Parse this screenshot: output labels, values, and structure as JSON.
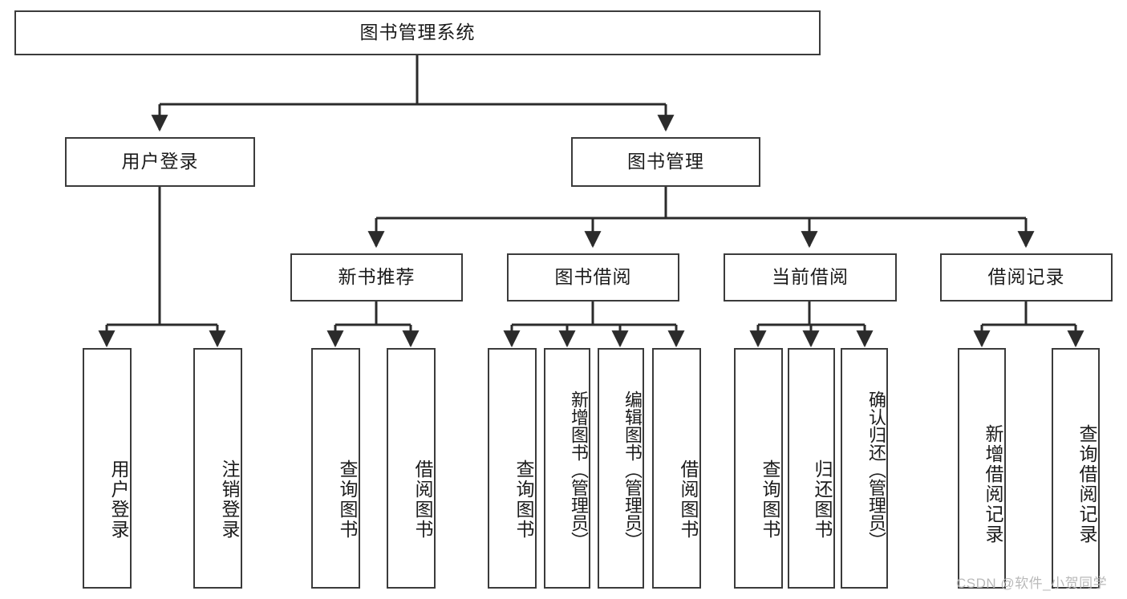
{
  "diagram": {
    "title": "图书管理系统",
    "type": "功能结构图",
    "watermark": "CSDN @软件_小贺同学",
    "colors": {
      "background": "#ffffff",
      "box_border": "#3b3b3b",
      "box_fill": "#ffffff",
      "text": "#1b1b1b",
      "edge": "#2b2b2b",
      "watermark": "#b9b9b9"
    },
    "nodes": {
      "root": {
        "label": "图书管理系统",
        "orientation": "horizontal"
      },
      "level2": [
        {
          "id": "user-login",
          "label": "用户登录",
          "orientation": "horizontal"
        },
        {
          "id": "book-management",
          "label": "图书管理",
          "orientation": "horizontal"
        }
      ],
      "level3": [
        {
          "id": "new-book-recommend",
          "label": "新书推荐",
          "orientation": "horizontal"
        },
        {
          "id": "book-borrow",
          "label": "图书借阅",
          "orientation": "horizontal"
        },
        {
          "id": "current-borrow",
          "label": "当前借阅",
          "orientation": "horizontal"
        },
        {
          "id": "borrow-record",
          "label": "借阅记录",
          "orientation": "horizontal"
        }
      ],
      "leaves": {
        "user-login": [
          {
            "id": "leaf-user-login",
            "label": "用户登录",
            "orientation": "vertical"
          },
          {
            "id": "leaf-user-logout",
            "label": "注销登录",
            "orientation": "vertical"
          }
        ],
        "new-book-recommend": [
          {
            "id": "leaf-query-book-1",
            "label": "查询图书",
            "orientation": "vertical"
          },
          {
            "id": "leaf-borrow-book-1",
            "label": "借阅图书",
            "orientation": "vertical"
          }
        ],
        "book-borrow": [
          {
            "id": "leaf-query-book-2",
            "label": "查询图书",
            "orientation": "vertical"
          },
          {
            "id": "leaf-add-book",
            "label": "新增图书（管理员）",
            "orientation": "vertical"
          },
          {
            "id": "leaf-edit-book",
            "label": "编辑图书（管理员）",
            "orientation": "vertical"
          },
          {
            "id": "leaf-borrow-book-2",
            "label": "借阅图书",
            "orientation": "vertical"
          }
        ],
        "current-borrow": [
          {
            "id": "leaf-query-book-3",
            "label": "查询图书",
            "orientation": "vertical"
          },
          {
            "id": "leaf-return-book",
            "label": "归还图书",
            "orientation": "vertical"
          },
          {
            "id": "leaf-confirm-return",
            "label": "确认归还（管理员）",
            "orientation": "vertical"
          }
        ],
        "borrow-record": [
          {
            "id": "leaf-add-record",
            "label": "新增借阅记录",
            "orientation": "vertical"
          },
          {
            "id": "leaf-query-record",
            "label": "查询借阅记录",
            "orientation": "vertical"
          }
        ]
      }
    }
  }
}
